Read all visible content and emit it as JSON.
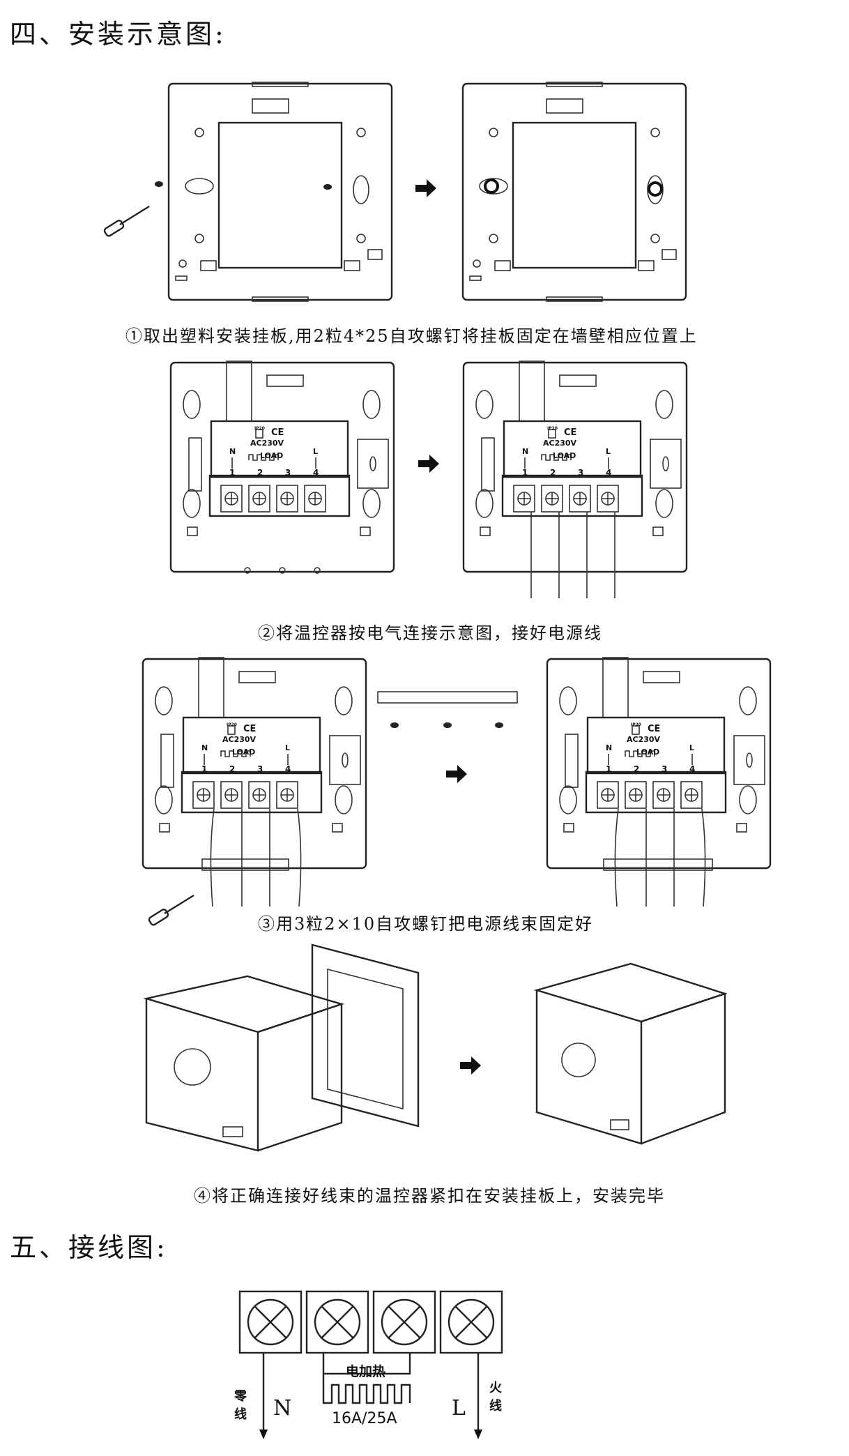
{
  "headings": {
    "install": "四、安装示意图:",
    "wiring": "五、接线图:"
  },
  "captions": {
    "step1": "①取出塑料安装挂板,用2粒4*25自攻螺钉将挂板固定在墙壁相应位置上",
    "step2": "②将温控器按电气连接示意图，接好电源线",
    "step3": "③用3粒2×10自攻螺钉把电源线束固定好",
    "step4": "④将正确连接好线束的温控器紧扣在安装挂板上，安装完毕"
  },
  "terminal_block": {
    "voltage": "AC230V",
    "load": "LOAD",
    "ip_mark": "IP20",
    "ce_mark": "CE",
    "terminals": [
      {
        "label": "N",
        "number": "1"
      },
      {
        "label": "",
        "number": "2"
      },
      {
        "label": "",
        "number": "3"
      },
      {
        "label": "L",
        "number": "4"
      }
    ]
  },
  "wiring_diagram": {
    "heater_label": "电加热",
    "rating": "16A/25A",
    "neutral_name": "零\n线",
    "neutral_letter": "N",
    "live_name": "火\n线",
    "live_letter": "L"
  },
  "icons": [
    "arrow-right-icon",
    "screwdriver-icon",
    "screw-icon",
    "lamp-icon"
  ]
}
